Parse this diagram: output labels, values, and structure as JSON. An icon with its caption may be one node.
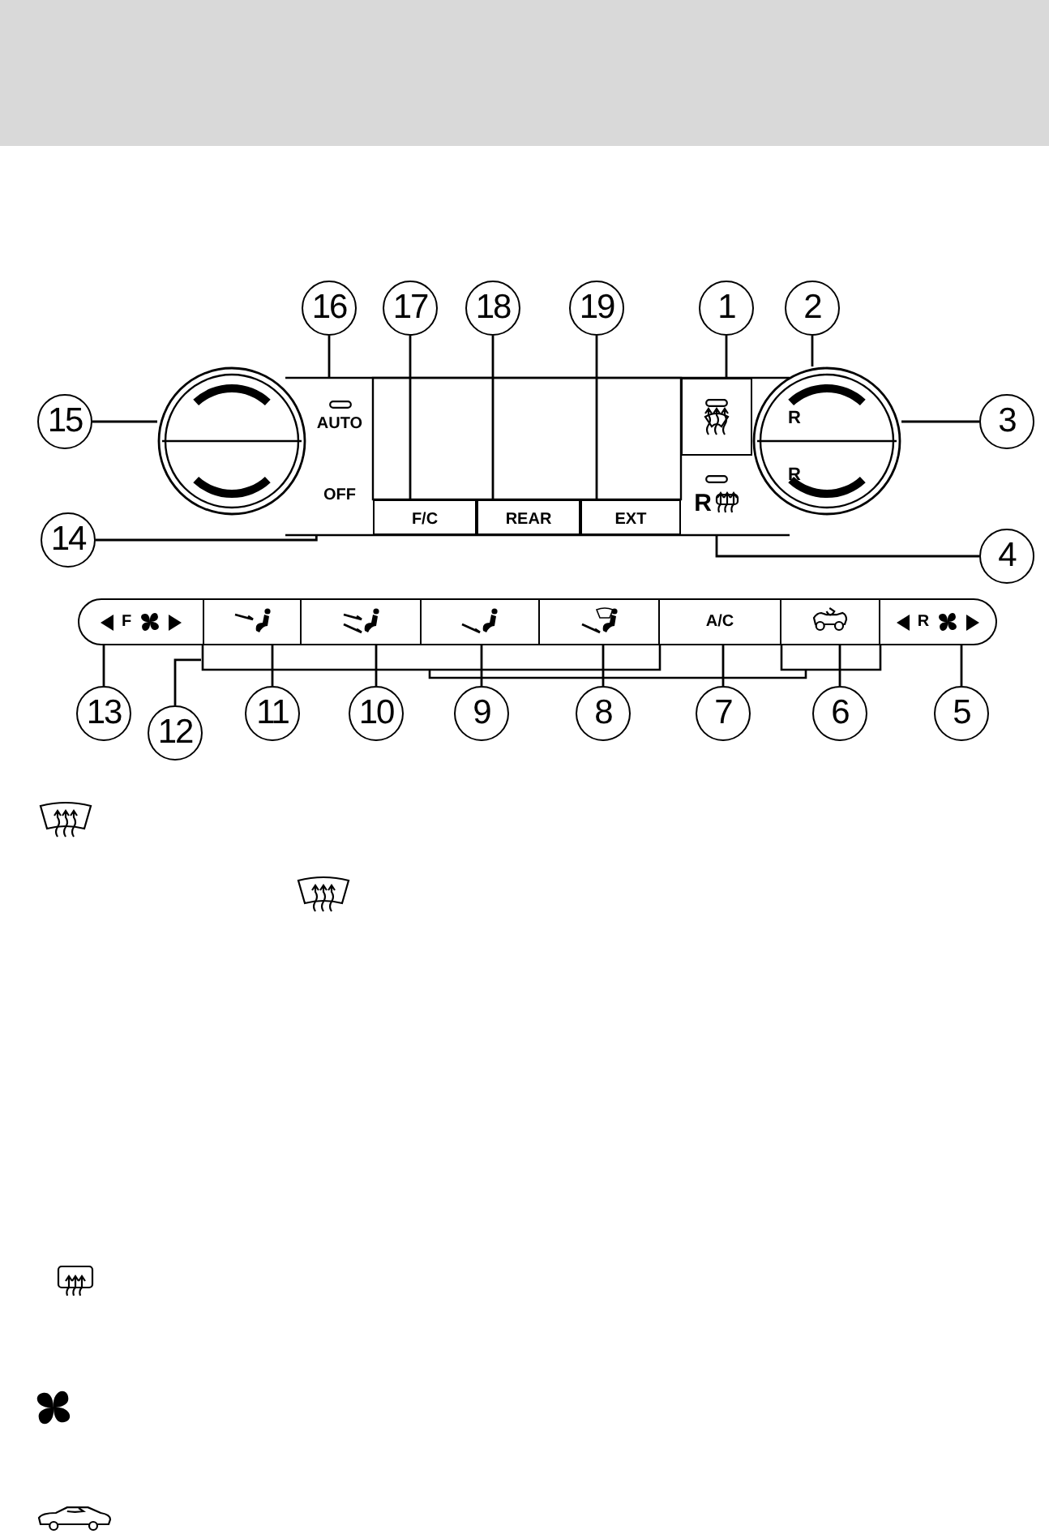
{
  "diagram": {
    "nodes": [
      {
        "text": [
          "16"
        ]
      },
      {
        "text": [
          "17"
        ]
      },
      {
        "text": [
          "18"
        ]
      },
      {
        "text": [
          "19"
        ]
      },
      {
        "text": [
          "1"
        ]
      },
      {
        "text": [
          "2"
        ]
      },
      {
        "text": [
          "15"
        ]
      },
      {
        "text": [],
        "shape": "circle"
      },
      {
        "text": [
          "AUTO"
        ]
      },
      {
        "text": [
          "OFF"
        ]
      },
      {
        "text": [
          "F/C"
        ]
      },
      {
        "text": [
          "REAR"
        ]
      },
      {
        "text": [
          "EXT"
        ]
      },
      {
        "text": [],
        "shape": "box"
      },
      {
        "text": [
          "R",
          "R"
        ]
      },
      {
        "text": [
          "R"
        ]
      },
      {
        "text": [
          "3"
        ]
      },
      {
        "text": [
          "14"
        ]
      },
      {
        "text": [
          "4"
        ]
      },
      {
        "text": [
          "F"
        ]
      },
      {
        "text": [],
        "shape": "box"
      },
      {
        "text": [],
        "shape": "box"
      },
      {
        "text": [],
        "shape": "box"
      },
      {
        "text": [],
        "shape": "box"
      },
      {
        "text": [
          "A/C"
        ]
      },
      {
        "text": [],
        "shape": "box"
      },
      {
        "text": [
          "R"
        ]
      },
      {
        "text": [
          "13"
        ]
      },
      {
        "text": [
          "12"
        ]
      },
      {
        "text": [
          "11"
        ]
      },
      {
        "text": [
          "10"
        ]
      },
      {
        "text": [
          "9"
        ]
      },
      {
        "text": [
          "8"
        ]
      },
      {
        "text": [
          "7"
        ]
      },
      {
        "text": [
          "6"
        ]
      },
      {
        "text": [
          "5"
        ]
      },
      {
        "text": [],
        "shape": "bracket"
      }
    ],
    "edges": [
      {
        "from": 0,
        "to": 8,
        "arrow": "none"
      },
      {
        "from": 1,
        "to": 10,
        "arrow": "none"
      },
      {
        "from": 2,
        "to": 11,
        "arrow": "none"
      },
      {
        "from": 3,
        "to": 12,
        "arrow": "none"
      },
      {
        "from": 4,
        "to": 13,
        "arrow": "none"
      },
      {
        "from": 5,
        "to": 14,
        "arrow": "none"
      },
      {
        "from": 6,
        "to": 7,
        "arrow": "none"
      },
      {
        "from": 16,
        "to": 14,
        "arrow": "none"
      },
      {
        "from": 17,
        "to": 9,
        "arrow": "none"
      },
      {
        "from": 18,
        "to": 15,
        "arrow": "none"
      },
      {
        "from": 27,
        "to": 19,
        "arrow": "none"
      },
      {
        "from": 28,
        "to": 36,
        "arrow": "none"
      },
      {
        "from": 29,
        "to": 20,
        "arrow": "none"
      },
      {
        "from": 30,
        "to": 21,
        "arrow": "none"
      },
      {
        "from": 31,
        "to": 22,
        "arrow": "none"
      },
      {
        "from": 32,
        "to": 23,
        "arrow": "none"
      },
      {
        "from": 33,
        "to": 24,
        "arrow": "none"
      },
      {
        "from": 34,
        "to": 25,
        "arrow": "none"
      },
      {
        "from": 35,
        "to": 26,
        "arrow": "none"
      }
    ]
  }
}
